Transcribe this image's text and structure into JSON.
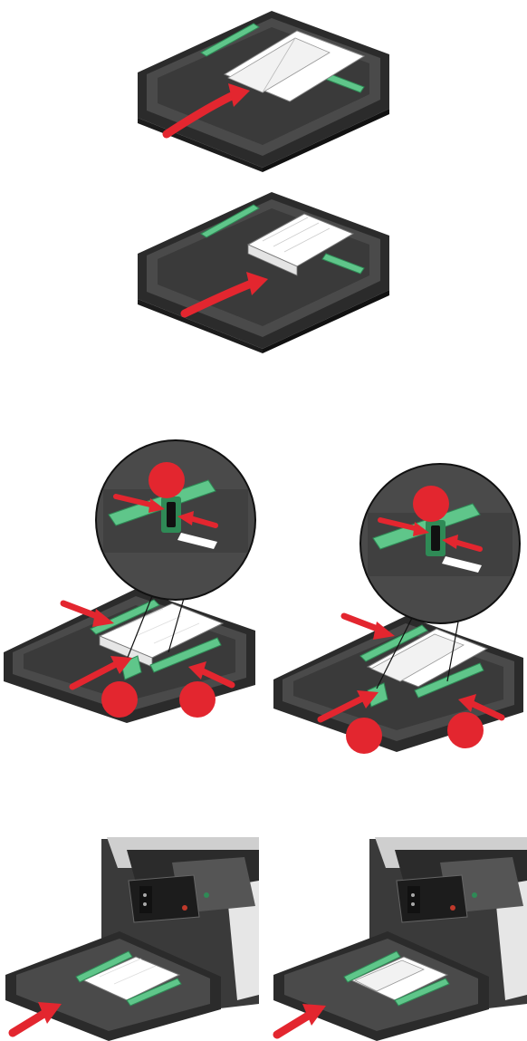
{
  "colors": {
    "tray_dark": "#2b2b2b",
    "tray_mid": "#4a4a4a",
    "tray_light": "#6b6b6b",
    "guide_green": "#5fc68a",
    "guide_green_dark": "#2f8a56",
    "arrow_red": "#e3262f",
    "callout_red": "#e3262f",
    "paper": "#ffffff",
    "printer_body": "#3a3a3a",
    "printer_silver": "#cfcfcf"
  },
  "icons": {
    "arrow": "red-curved-arrow-icon",
    "push_arrow": "red-straight-arrow-icon",
    "callout": "red-step-circle-icon",
    "guide": "green-paper-guide-icon"
  },
  "steps": {
    "load_envelope": "envelope-in-tray",
    "load_photo_paper": "photo-paper-in-tray",
    "adjust_guides_paper": "guides-paper",
    "adjust_guides_envelope": "guides-envelope",
    "insert_paper_tray": "insert-tray-paper",
    "insert_envelope_tray": "insert-tray-envelope"
  }
}
